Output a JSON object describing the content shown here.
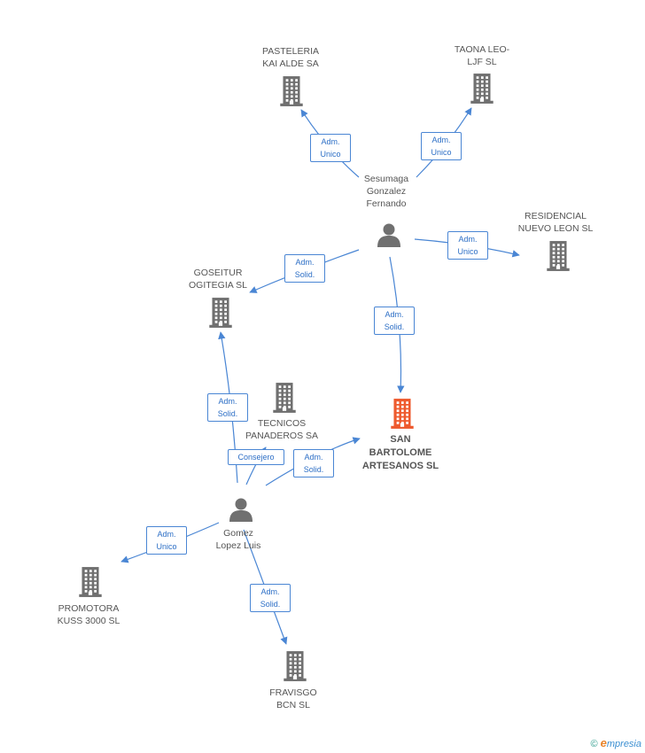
{
  "nodes": {
    "pasteleria": {
      "lines": [
        "PASTELERIA",
        "KAI ALDE SA"
      ],
      "type": "company"
    },
    "taona": {
      "lines": [
        "TAONA LEO-",
        "LJF SL"
      ],
      "type": "company"
    },
    "sesumaga": {
      "lines": [
        "Sesumaga",
        "Gonzalez",
        "Fernando"
      ],
      "type": "person"
    },
    "residencial": {
      "lines": [
        "RESIDENCIAL",
        "NUEVO LEON SL"
      ],
      "type": "company"
    },
    "goseitur": {
      "lines": [
        "GOSEITUR",
        "OGITEGIA SL"
      ],
      "type": "company"
    },
    "tecnicos": {
      "lines": [
        "TECNICOS",
        "PANADEROS SA"
      ],
      "type": "company"
    },
    "san_bartolome": {
      "lines": [
        "SAN",
        "BARTOLOME",
        "ARTESANOS SL"
      ],
      "type": "company-main"
    },
    "gomez": {
      "lines": [
        "Gomez",
        "Lopez Luis"
      ],
      "type": "person"
    },
    "promotora": {
      "lines": [
        "PROMOTORA",
        "KUSS 3000 SL"
      ],
      "type": "company"
    },
    "fravisgo": {
      "lines": [
        "FRAVISGO",
        "BCN SL"
      ],
      "type": "company"
    }
  },
  "edges": [
    {
      "from": "sesumaga",
      "to": "pasteleria",
      "label": [
        "Adm.",
        "Unico"
      ]
    },
    {
      "from": "sesumaga",
      "to": "taona",
      "label": [
        "Adm.",
        "Unico"
      ]
    },
    {
      "from": "sesumaga",
      "to": "residencial",
      "label": [
        "Adm.",
        "Unico"
      ]
    },
    {
      "from": "sesumaga",
      "to": "goseitur",
      "label": [
        "Adm.",
        "Solid."
      ]
    },
    {
      "from": "sesumaga",
      "to": "san_bartolome",
      "label": [
        "Adm.",
        "Solid."
      ]
    },
    {
      "from": "gomez",
      "to": "goseitur",
      "label": [
        "Adm.",
        "Solid."
      ]
    },
    {
      "from": "gomez",
      "to": "tecnicos",
      "label": [
        "Consejero"
      ]
    },
    {
      "from": "gomez",
      "to": "san_bartolome",
      "label": [
        "Adm.",
        "Solid."
      ]
    },
    {
      "from": "gomez",
      "to": "promotora",
      "label": [
        "Adm.",
        "Unico"
      ]
    },
    {
      "from": "gomez",
      "to": "fravisgo",
      "label": [
        "Adm.",
        "Solid."
      ]
    }
  ],
  "colors": {
    "edge": "#4a86d4",
    "company": "#707070",
    "main": "#ee5a2e",
    "person": "#707070"
  },
  "footer": {
    "copyright": "©",
    "brand_e": "e",
    "brand_rest": "mpresia"
  }
}
